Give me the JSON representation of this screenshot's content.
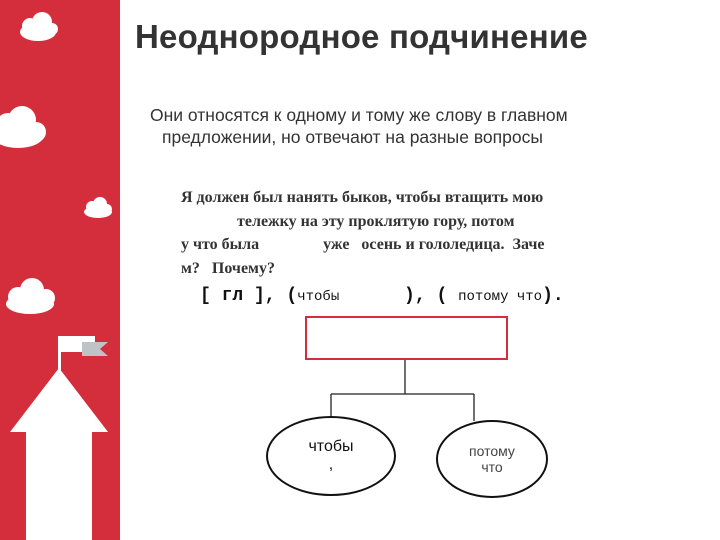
{
  "slide": {
    "title": "Неоднородное подчинение",
    "subtitle_line1": "Они относятся к одному и тому же слову в главном",
    "subtitle_line2": "предложении, но отвечают на разные вопросы",
    "sentence": [
      "Я должен был нанять быков, чтобы втащить мою",
      "              тележку на эту проклятую гору, потом",
      "у что была                уже   осень и гололедица.  Заче",
      "м?   Почему?"
    ],
    "scheme": {
      "open_main": "[ гл ], (",
      "word1": "чтобы",
      "mid": "      ), ( ",
      "word2": "потому что",
      "close": ")."
    },
    "ellipse_left": {
      "line1": "чтобы",
      "line2": ","
    },
    "ellipse_right": {
      "line1": "потому",
      "line2": "что"
    }
  },
  "colors": {
    "accent_red": "#d42e3c",
    "text_dark": "#333333",
    "cloud_white": "#ffffff"
  },
  "icons": [
    "cloud-icon",
    "flag-icon",
    "castle-tower-icon"
  ]
}
